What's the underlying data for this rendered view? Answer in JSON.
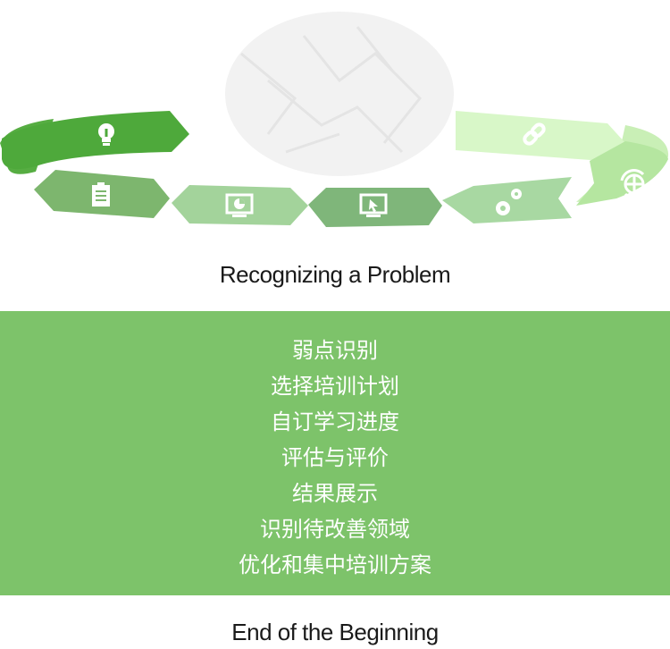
{
  "cycle": {
    "stages": [
      {
        "icon": "lightbulb-icon",
        "color": "#4da83a"
      },
      {
        "icon": "link-icon",
        "color": "#d8f7c8"
      },
      {
        "icon": "globe-refresh-icon",
        "color": "#b5e6a0"
      },
      {
        "icon": "gears-icon",
        "color": "#a8d8a2"
      },
      {
        "icon": "cursor-screen-icon",
        "color": "#7fb67a"
      },
      {
        "icon": "pie-chart-screen-icon",
        "color": "#a3d39b"
      },
      {
        "icon": "clipboard-checklist-icon",
        "color": "#7db66e"
      }
    ]
  },
  "top_heading": "Recognizing a Problem",
  "steps": [
    "弱点识别",
    "选择培训计划",
    "自订学习进度",
    "评估与评价",
    "结果展示",
    "识别待改善领域",
    "优化和集中培训方案"
  ],
  "bottom_heading": "End of the Beginning",
  "colors": {
    "panel": "#7dc36a",
    "text_light": "#ffffff",
    "heading": "#1a1a1a"
  }
}
